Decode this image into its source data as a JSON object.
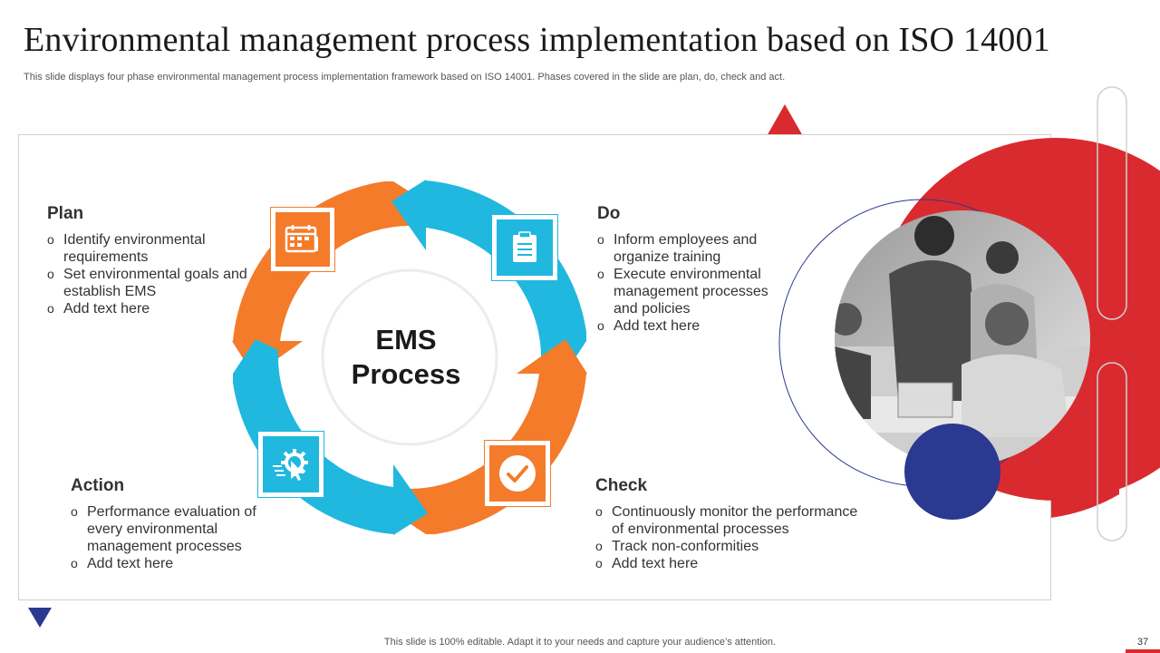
{
  "slide": {
    "title": "Environmental management process implementation based on ISO 14001",
    "subtitle": "This slide displays four phase environmental management process implementation framework based on ISO 14001. Phases covered in the slide are plan, do, check and act.",
    "footer": "This slide is 100% editable. Adapt it to your needs and capture your audience’s attention.",
    "page_number": "37"
  },
  "diagram": {
    "center_label": "EMS Process",
    "phases": {
      "plan": {
        "title": "Plan",
        "items": [
          "Identify environmental requirements",
          "Set environmental goals and establish EMS",
          "Add text here"
        ]
      },
      "do": {
        "title": "Do",
        "items": [
          "Inform employees and organize training",
          "Execute environmental management processes and policies",
          "Add text here"
        ]
      },
      "check": {
        "title": "Check",
        "items": [
          "Continuously monitor the performance of environmental processes",
          "Track non-conformities",
          "Add text here"
        ]
      },
      "action": {
        "title": "Action",
        "items": [
          "Performance evaluation of every environmental management processes",
          "Add text here"
        ]
      }
    },
    "icons": {
      "plan": "calendar-icon",
      "do": "clipboard-checklist-icon",
      "check": "checkmark-icon",
      "action": "gear-click-icon"
    }
  },
  "colors": {
    "orange": "#f47b2a",
    "blue": "#20b8de",
    "red": "#d92b2f",
    "navy": "#2b3990"
  },
  "image": {
    "description_icon": "team-meeting-photo"
  }
}
